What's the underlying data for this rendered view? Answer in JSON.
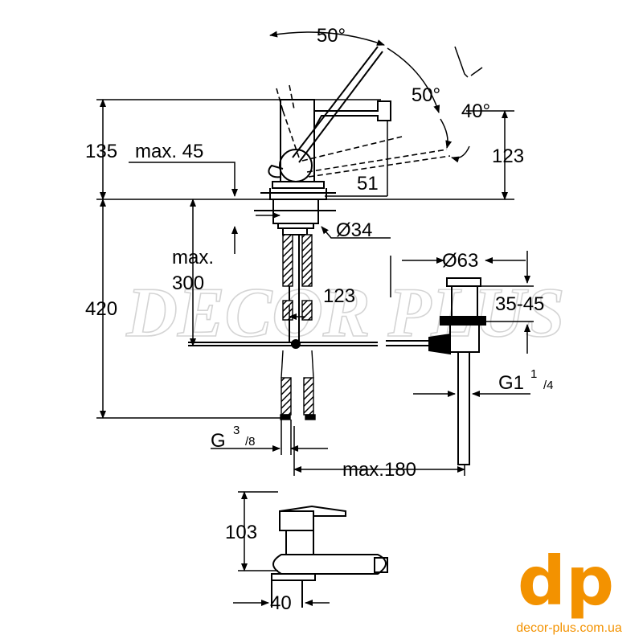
{
  "dimensions": {
    "angle_top": "50°",
    "angle_mid": "50°",
    "angle_right": "40°",
    "h135": "135",
    "max45": "max. 45",
    "r123": "123",
    "d51": "51",
    "dia34": "Ø34",
    "max_word": "max.",
    "max300": "300",
    "c123": "123",
    "h420": "420",
    "dia63": "Ø63",
    "r3545": "35-45",
    "g1": "G1",
    "g1_num": "1",
    "g1_den": "/4",
    "g38": "G",
    "g38_num": "3",
    "g38_den": "/8",
    "max180": "max.180",
    "h103": "103",
    "d40": "40"
  },
  "watermark": "DECOR PLUS",
  "brand": {
    "logo_letters": "dp",
    "site": "decor-plus.com.ua",
    "color": "#f39200"
  }
}
